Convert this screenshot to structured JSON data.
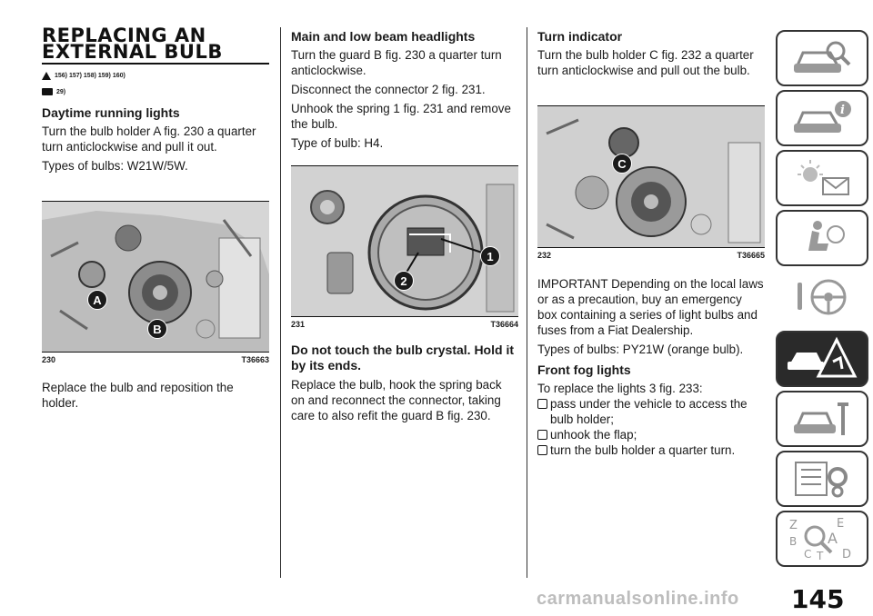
{
  "section": {
    "title_line1": "REPLACING AN",
    "title_line2": "EXTERNAL BULB",
    "warning_refs": "156) 157) 158) 159) 160)",
    "note_refs": "29)"
  },
  "col1": {
    "heading": "Daytime running lights",
    "p1": "Turn the bulb holder A fig. 230 a quarter turn anticlockwise and pull it out.",
    "p2": "Types of bulbs: W21W/5W.",
    "fig_number": "230",
    "fig_code": "T36663",
    "callout_a": "A",
    "callout_b": "B",
    "p3": "Replace the bulb and reposition the holder."
  },
  "col2": {
    "heading": "Main and low beam headlights",
    "p1": "Turn the guard B fig. 230 a quarter turn anticlockwise.",
    "p2": "Disconnect the connector 2 fig. 231.",
    "p3": "Unhook the spring 1 fig. 231 and remove the bulb.",
    "p4": "Type of bulb: H4.",
    "fig_number": "231",
    "fig_code": "T36664",
    "callout_1": "1",
    "callout_2": "2",
    "bold_note": "Do not touch the bulb crystal. Hold it by its ends.",
    "p5": "Replace the bulb, hook the spring back on and reconnect the connector, taking care to also refit the guard B fig. 230."
  },
  "col3": {
    "heading": "Turn indicator",
    "p1": "Turn the bulb holder C fig. 232 a quarter turn anticlockwise and pull out the bulb.",
    "fig_number": "232",
    "fig_code": "T36665",
    "callout_c": "C",
    "p2": "IMPORTANT Depending on the local laws or as a precaution, buy an emergency box containing a series of light bulbs and fuses from a Fiat Dealership.",
    "p3": "Types of bulbs: PY21W (orange bulb).",
    "heading2": "Front fog lights",
    "p4": "To replace the lights 3 fig. 233:",
    "items": [
      "pass under the vehicle to access the bulb holder;",
      "unhook the flap;",
      "turn the bulb holder a quarter turn."
    ]
  },
  "side_tabs": {
    "icons": [
      "car-search-icon",
      "car-info-icon",
      "warning-lights-icon",
      "safety-seat-airbag-icon",
      "steering-wheel-key-icon",
      "emergency-breakdown-icon",
      "car-maintenance-icon",
      "technical-data-icon",
      "index-search-icon"
    ],
    "index_letters": [
      "Z",
      "E",
      "A",
      "B",
      "C",
      "T",
      "D"
    ]
  },
  "page_number": "145",
  "watermark": "carmanualsonline.info"
}
